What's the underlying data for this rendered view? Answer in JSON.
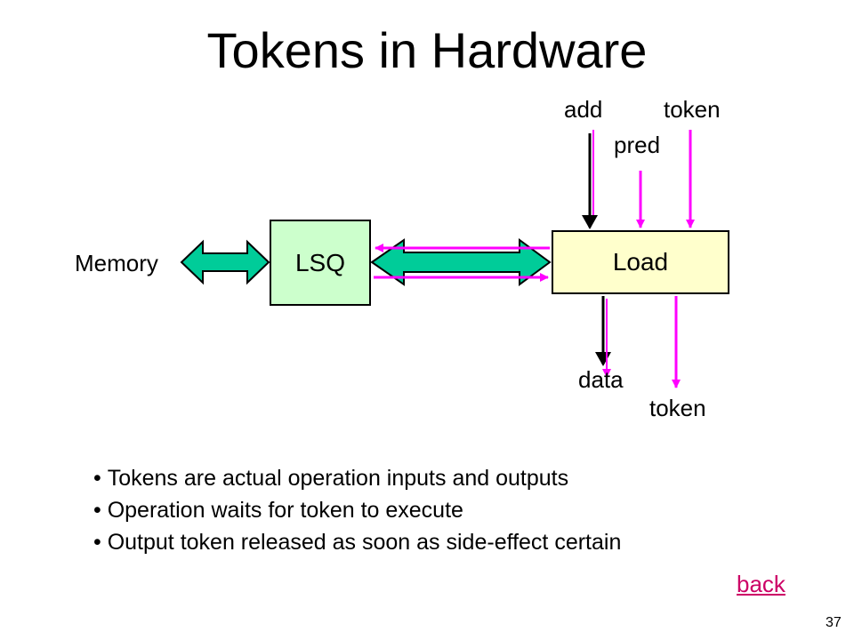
{
  "slide": {
    "title": "Tokens in Hardware",
    "page_number": "37",
    "back_link": "back"
  },
  "diagram": {
    "memory_label": "Memory",
    "lsq_label": "LSQ",
    "load_label": "Load",
    "inputs": {
      "add": "add",
      "pred": "pred",
      "token": "token"
    },
    "outputs": {
      "data": "data",
      "token": "token"
    }
  },
  "bullets": [
    "Tokens are actual operation inputs and outputs",
    "Operation waits for token to execute",
    "Output token released as soon as side-effect certain"
  ],
  "colors": {
    "title": "#000000",
    "lsq_fill": "#ccffcc",
    "load_fill": "#ffffcc",
    "bus_fill": "#00cc99",
    "token_arrow": "#ff00ff",
    "link": "#cc0066"
  }
}
